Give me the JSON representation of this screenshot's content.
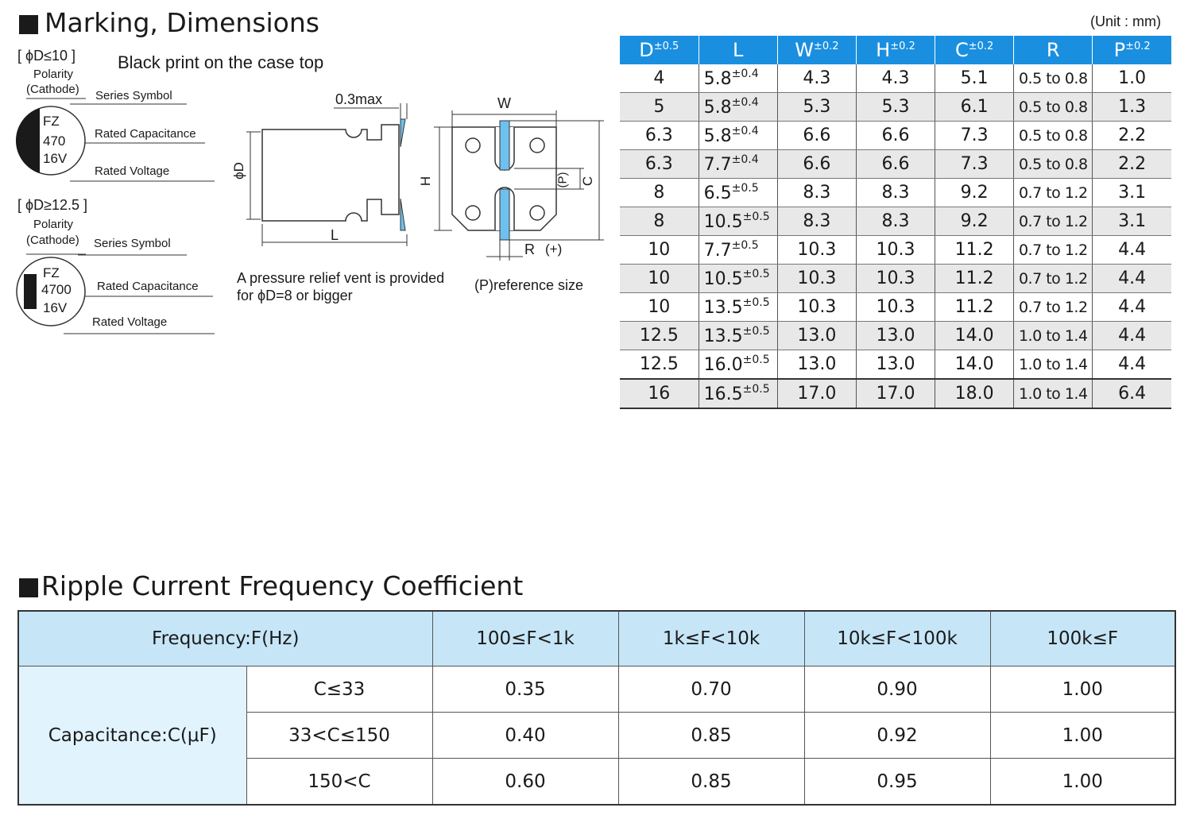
{
  "marking": {
    "title": "Marking, Dimensions",
    "unit": "(Unit : mm)",
    "print_note": "Black print on the case top",
    "small": {
      "range": "[ ϕD≤10 ]",
      "polarity": "Polarity",
      "cathode": "(Cathode)",
      "series_symbol": "Series Symbol",
      "rated_capacitance": "Rated Capacitance",
      "rated_voltage": "Rated Voltage",
      "mark_series": "FZ",
      "mark_cap": "470",
      "mark_volt": "16V"
    },
    "large": {
      "range": "[ ϕD≥12.5 ]",
      "polarity": "Polarity",
      "cathode": "(Cathode)",
      "series_symbol": "Series Symbol",
      "rated_capacitance": "Rated Capacitance",
      "rated_voltage": "Rated Voltage",
      "mark_series": "FZ",
      "mark_cap": "4700",
      "mark_volt": "16V"
    },
    "drawing": {
      "max_label": "0.3max",
      "phiD": "ϕD",
      "L": "L",
      "W": "W",
      "H": "H",
      "P": "(P)",
      "C": "C",
      "R": "R",
      "plus": "(+)"
    },
    "vent_note_1": "A pressure relief vent is provided",
    "vent_note_2": "for ϕD=8 or bigger",
    "ref_note": "(P)reference size"
  },
  "dimensions": {
    "headers": [
      {
        "name": "D",
        "tol": "±0.5"
      },
      {
        "name": "L",
        "tol": ""
      },
      {
        "name": "W",
        "tol": "±0.2"
      },
      {
        "name": "H",
        "tol": "±0.2"
      },
      {
        "name": "C",
        "tol": "±0.2"
      },
      {
        "name": "R",
        "tol": ""
      },
      {
        "name": "P",
        "tol": "±0.2"
      }
    ],
    "rows": [
      {
        "D": "4",
        "L": "5.8",
        "Ltol": "±0.4",
        "W": "4.3",
        "H": "4.3",
        "C": "5.1",
        "R": "0.5 to 0.8",
        "P": "1.0"
      },
      {
        "D": "5",
        "L": "5.8",
        "Ltol": "±0.4",
        "W": "5.3",
        "H": "5.3",
        "C": "6.1",
        "R": "0.5 to 0.8",
        "P": "1.3"
      },
      {
        "D": "6.3",
        "L": "5.8",
        "Ltol": "±0.4",
        "W": "6.6",
        "H": "6.6",
        "C": "7.3",
        "R": "0.5 to 0.8",
        "P": "2.2"
      },
      {
        "D": "6.3",
        "L": "7.7",
        "Ltol": "±0.4",
        "W": "6.6",
        "H": "6.6",
        "C": "7.3",
        "R": "0.5 to 0.8",
        "P": "2.2"
      },
      {
        "D": "8",
        "L": "6.5",
        "Ltol": "±0.5",
        "W": "8.3",
        "H": "8.3",
        "C": "9.2",
        "R": "0.7 to 1.2",
        "P": "3.1"
      },
      {
        "D": "8",
        "L": "10.5",
        "Ltol": "±0.5",
        "W": "8.3",
        "H": "8.3",
        "C": "9.2",
        "R": "0.7 to 1.2",
        "P": "3.1"
      },
      {
        "D": "10",
        "L": "7.7",
        "Ltol": "±0.5",
        "W": "10.3",
        "H": "10.3",
        "C": "11.2",
        "R": "0.7 to 1.2",
        "P": "4.4"
      },
      {
        "D": "10",
        "L": "10.5",
        "Ltol": "±0.5",
        "W": "10.3",
        "H": "10.3",
        "C": "11.2",
        "R": "0.7 to 1.2",
        "P": "4.4"
      },
      {
        "D": "10",
        "L": "13.5",
        "Ltol": "±0.5",
        "W": "10.3",
        "H": "10.3",
        "C": "11.2",
        "R": "0.7 to 1.2",
        "P": "4.4"
      },
      {
        "D": "12.5",
        "L": "13.5",
        "Ltol": "±0.5",
        "W": "13.0",
        "H": "13.0",
        "C": "14.0",
        "R": "1.0 to 1.4",
        "P": "4.4"
      },
      {
        "D": "12.5",
        "L": "16.0",
        "Ltol": "±0.5",
        "W": "13.0",
        "H": "13.0",
        "C": "14.0",
        "R": "1.0 to 1.4",
        "P": "4.4"
      },
      {
        "D": "16",
        "L": "16.5",
        "Ltol": "±0.5",
        "W": "17.0",
        "H": "17.0",
        "C": "18.0",
        "R": "1.0 to 1.4",
        "P": "6.4"
      }
    ]
  },
  "ripple": {
    "title": "Ripple Current Frequency Coefficient",
    "freq_label": "Frequency:F(Hz)",
    "cap_label": "Capacitance:C(μF)",
    "freq_headers": [
      "100≤F<1k",
      "1k≤F<10k",
      "10k≤F<100k",
      "100k≤F"
    ],
    "rows": [
      {
        "cap": "C≤33",
        "values": [
          "0.35",
          "0.70",
          "0.90",
          "1.00"
        ]
      },
      {
        "cap": "33<C≤150",
        "values": [
          "0.40",
          "0.85",
          "0.92",
          "1.00"
        ]
      },
      {
        "cap": "150<C",
        "values": [
          "0.60",
          "0.85",
          "0.95",
          "1.00"
        ]
      }
    ]
  },
  "colors": {
    "header_blue": "#1a8fe0",
    "light_blue": "#c6e6f8",
    "pale_blue": "#e1f3fc",
    "terminal_blue": "#6ec1ee"
  }
}
